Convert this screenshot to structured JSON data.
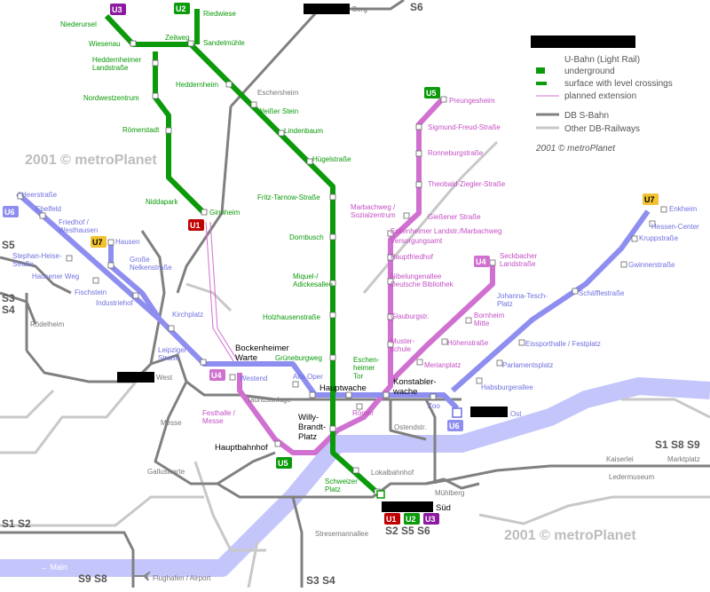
{
  "colors": {
    "green": "#0a9a0a",
    "pink": "#d070d0",
    "violet": "#8e8ef0",
    "river": "#c4c6fb",
    "sbahn": "#808080",
    "rail": "#c8c8c8",
    "u1": "#c00000",
    "u3": "#8b1aa0",
    "u7": "#f2c230"
  },
  "watermark": "2001 © metroPlanet",
  "river_label": "← Main",
  "airport_label": "Flughafen / Airport",
  "legend": {
    "title_redacted": "",
    "ubahn": "U-Bahn (Light Rail)",
    "underground": "underground",
    "surface": "surface with level crossings",
    "planned": "planned extension",
    "sbahn": "DB S-Bahn",
    "other": "Other DB-Railways",
    "copyright": "2001 © metroPlanet"
  },
  "badges": {
    "U1": "U1",
    "U2": "U2",
    "U3": "U3",
    "U4": "U4",
    "U5": "U5",
    "U6": "U6",
    "U7": "U7"
  },
  "sbahn_labels": {
    "s6_top": "S6",
    "s5_left": "S5",
    "s3_left": "S3",
    "s4_left": "S4",
    "s1s2_left": "S1 S2",
    "s9s8_bottom": "S9 S8",
    "s3s4_bottom": "S3 S4",
    "s1s8s9_right": "S1 S8 S9",
    "s2s5s6_south": "S2 S5 S6"
  },
  "stations": {
    "niederursel": "Niederursel",
    "riedwiese": "Riedwiese",
    "wiesenau": "Wiesenau",
    "zeilweg": "Zeilweg",
    "sandelmuehle": "Sandelmühle",
    "heddernheimer_landstrasse": "Heddernheimer\nLandstraße",
    "heddernheim": "Heddernheim",
    "nordwestzentrum": "Nordwestzentrum",
    "eschersheim": "Eschersheim",
    "weisser_stein": "Weißer Stein",
    "lindenbaum": "Lindenbaum",
    "roemerstadt": "Römerstadt",
    "huegelstrasse": "Hügelstraße",
    "niddapark": "Niddapark",
    "ginnheim": "Ginnheim",
    "fritz_tarnow": "Fritz-Tarnow-Straße",
    "dornbusch": "Dornbusch",
    "miquel": "Miquel-/\nAdickesallee",
    "holzhausen": "Holzhausenstraße",
    "grueneburgweg": "Grüneburgweg",
    "eschenheimer_tor": "Eschen-\nheimer\nTor",
    "berg": "Berg",
    "preungesheim": "Preungesheim",
    "sigmund_freud": "Sigmund-Freud-Straße",
    "ronneburg": "Ronneburgstraße",
    "theobald": "Theobald-Ziegler-Straße",
    "marbachweg": "Marbachweg /\nSozialzentrum",
    "giessener": "Gießener Straße",
    "eckenheimer": "Eckenheimer Landstr./Marbachweg",
    "versorgungsamt": "Versorgungsamt",
    "hauptfriedhof": "Hauptfriedhof",
    "nibelungen": "Nibelungenallee\nDeutsche Bibliothek",
    "glauburg": "Glauburgstr.",
    "musterschule": "Muster-\nschule",
    "merianplatz": "Merianplatz",
    "hoehenstrasse": "Höhenstraße",
    "bornheim_mitte": "Bornheim\nMitte",
    "seckbacher": "Seckbacher\nLandstraße",
    "johanna_tesch": "Johanna-Tesch-\nPlatz",
    "eissporthalle": "Eissporthalle / Festplatz",
    "parlamentsplatz": "Parlamentsplatz",
    "habsburgerallee": "Habsburgerallee",
    "zoo": "Zoo",
    "ost": "Ost",
    "ostendstr": "Ostendstr.",
    "schaefflestrasse": "Schäfflestraße",
    "gwinnerstrasse": "Gwinnerstraße",
    "kruppstrasse": "Kruppstraße",
    "hessen_center": "Hessen-Center",
    "enkheim": "Enkheim",
    "heerstrasse": "Heerstraße",
    "ebelfeld": "Ebelfeld",
    "friedhof_westhausen": "Friedhof /\nWesthausen",
    "hausen": "Hausen",
    "stephan_heise": "Stephan-Heise-\nStraße",
    "grosse_nelken": "Große\nNelkenstraße",
    "hausener_weg": "Hausener Weg",
    "fischstein": "Fischstein",
    "industriehof": "Industriehof",
    "kirchplatz": "Kirchplatz",
    "roedelheim": "Rödelheim",
    "leipziger": "Leipziger\nStraße",
    "bockenheimer_warte": "Bockenheimer\nWarte",
    "westend": "Westend",
    "alte_oper": "Alte  Oper",
    "hauptwache": "Hauptwache",
    "konstablerwache": "Konstabler-\nwache",
    "west": "West",
    "taunusanlage": "Taunusanlage",
    "festhalle": "Festhalle /\nMesse",
    "messe": "Messe",
    "willy_brandt": "Willy-\nBrandt-\nPlatz",
    "roemer": "Römer",
    "hauptbahnhof": "Hauptbahnhof",
    "galluswarte": "Galluswarte",
    "lokalbahnhof": "Lokalbahnhof",
    "schweizer_platz": "Schweizer\nPlatz",
    "muehlberg": "Mühlberg",
    "sued": "Süd",
    "stresemannallee": "Stresemannallee",
    "kaiserlei": "Kaiserlei",
    "marktplatz": "Marktplatz",
    "ledermuseum": "Ledermuseum"
  }
}
